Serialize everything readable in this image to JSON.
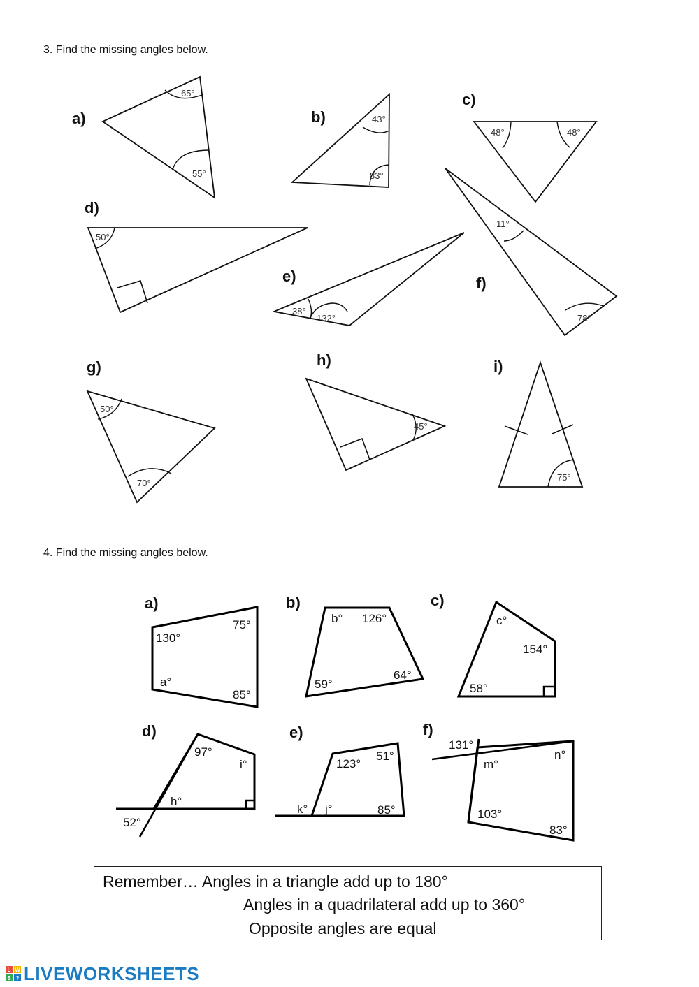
{
  "question3": {
    "title": "3. Find the missing angles below.",
    "labels": [
      "a)",
      "b)",
      "c)",
      "d)",
      "e)",
      "f)",
      "g)",
      "h)",
      "i)"
    ],
    "angles": {
      "a1": "65°",
      "a2": "55°",
      "b1": "43°",
      "b2": "83°",
      "c1": "48°",
      "c2": "48°",
      "d1": "50°",
      "e1": "38°",
      "e2": "132°",
      "f1": "11°",
      "f2": "78°",
      "g1": "50°",
      "g2": "70°",
      "h1": "45°",
      "i1": "75°"
    }
  },
  "question4": {
    "title": "4. Find the missing angles below.",
    "labels": [
      "a)",
      "b)",
      "c)",
      "d)",
      "e)",
      "f)"
    ],
    "angles": {
      "a1": "130°",
      "a2": "75°",
      "a3": "a°",
      "a4": "85°",
      "b1": "b°",
      "b2": "126°",
      "b3": "59°",
      "b4": "64°",
      "c1": "c°",
      "c2": "154°",
      "c3": "58°",
      "d1": "97°",
      "d2": "i°",
      "d3": "h°",
      "d4": "52°",
      "e1": "123°",
      "e2": "51°",
      "e3": "k°",
      "e4": "j°",
      "e5": "85°",
      "f1": "131°",
      "f2": "m°",
      "f3": "n°",
      "f4": "103°",
      "f5": "83°"
    }
  },
  "reminder": {
    "line1": "Remember… Angles in a triangle add up to 180°",
    "line2": "Angles in a quadrilateral add up to 360°",
    "line3": "Opposite angles are equal"
  },
  "footer": {
    "logo_text": "LIVEWORKSHEETS",
    "logo_letters": [
      "L",
      "W",
      "S",
      "?"
    ],
    "logo_colors": [
      "#e94b3c",
      "#f4b400",
      "#34a853",
      "#1a7cc3"
    ]
  }
}
